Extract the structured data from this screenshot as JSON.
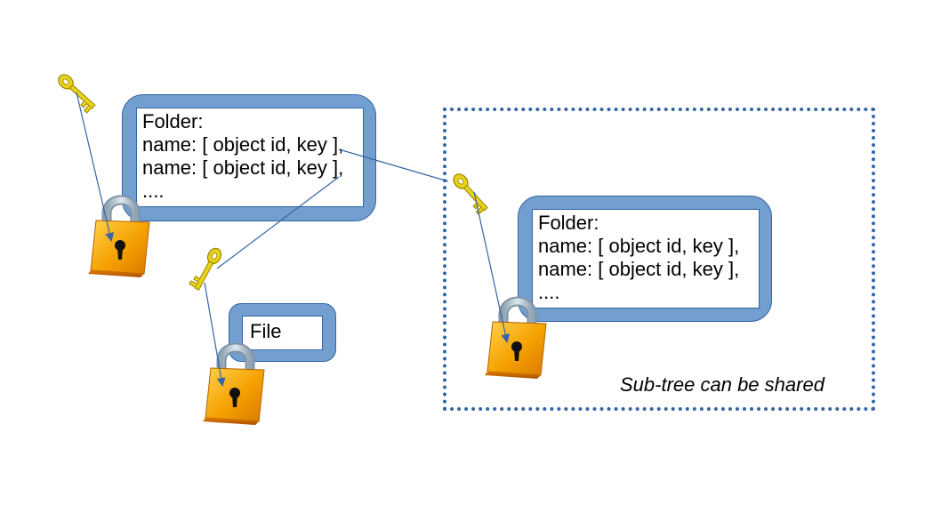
{
  "folder_a": {
    "title": "Folder:",
    "entries": [
      "name: [ object id, key ],",
      "name: [ object id, key ],"
    ],
    "more": "...."
  },
  "folder_b": {
    "title": "Folder:",
    "entries": [
      "name: [ object id, key ],",
      "name: [ object id, key ],"
    ],
    "more": "...."
  },
  "file": {
    "label": "File"
  },
  "shared_region": {
    "caption": "Sub-tree can be shared"
  },
  "colors": {
    "frame_fill": "#729fcf",
    "frame_stroke": "#3465a4",
    "key_gold": "#e8d21a",
    "lock_orange": "#f5a000",
    "arrow": "#3465a4"
  },
  "icons": [
    "key-icon",
    "padlock-icon"
  ]
}
